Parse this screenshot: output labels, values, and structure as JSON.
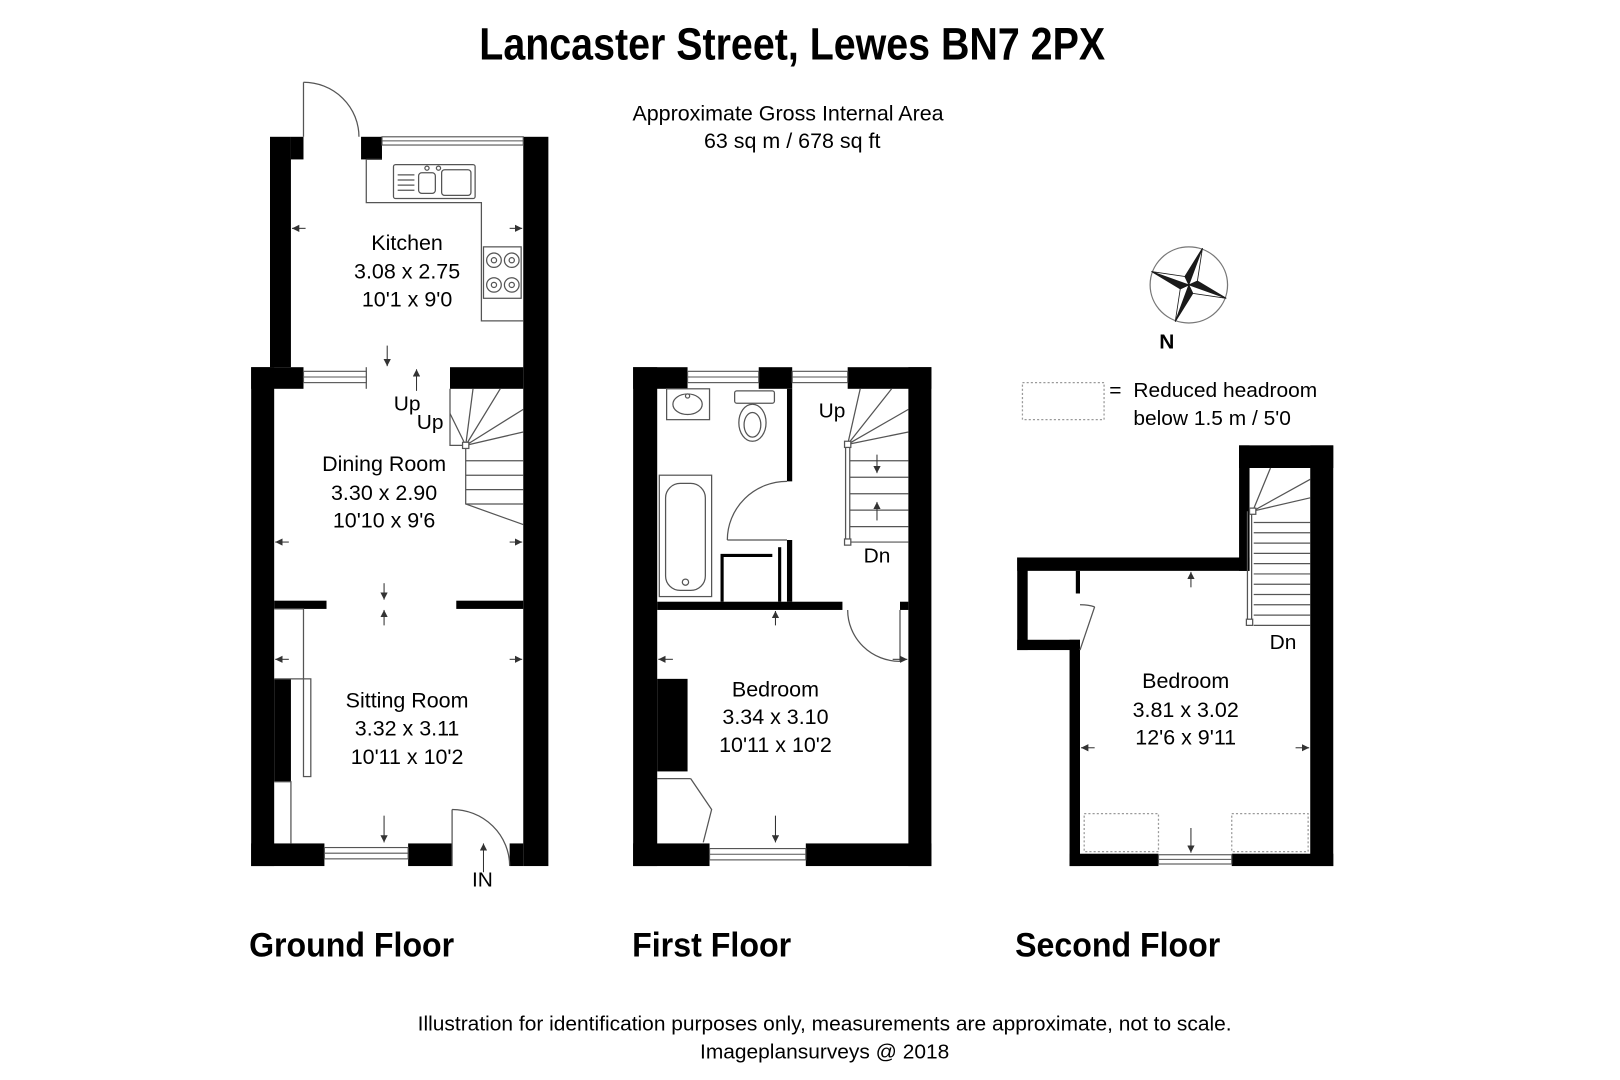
{
  "title": "Lancaster Street, Lewes BN7 2PX",
  "gross_internal_area": {
    "label": "Approximate Gross Internal Area",
    "value": "63 sq m / 678 sq ft"
  },
  "compass": {
    "north_label": "N"
  },
  "legend": {
    "symbol": "=",
    "line1": "Reduced headroom",
    "line2": "below 1.5 m / 5'0"
  },
  "floors": {
    "ground": {
      "label": "Ground Floor",
      "rooms": [
        {
          "name": "Kitchen",
          "metric": "3.08 x 2.75",
          "imperial": "10'1 x 9'0"
        },
        {
          "name": "Dining Room",
          "metric": "3.30 x 2.90",
          "imperial": "10'10 x 9'6"
        },
        {
          "name": "Sitting Room",
          "metric": "3.32 x 3.11",
          "imperial": "10'11 x 10'2"
        }
      ],
      "stair_labels": [
        "Up",
        "Up"
      ],
      "entrance_label": "IN"
    },
    "first": {
      "label": "First Floor",
      "rooms": [
        {
          "name": "Bedroom",
          "metric": "3.34 x 3.10",
          "imperial": "10'11 x 10'2"
        }
      ],
      "stair_labels": [
        "Up",
        "Dn"
      ]
    },
    "second": {
      "label": "Second Floor",
      "rooms": [
        {
          "name": "Bedroom",
          "metric": "3.81 x 3.02",
          "imperial": "12'6 x 9'11"
        }
      ],
      "stair_labels": [
        "Dn"
      ]
    }
  },
  "footer": {
    "disclaimer": "Illustration for identification purposes only, measurements are approximate, not to scale.",
    "credit": "Imageplansurveys @ 2018"
  },
  "colors": {
    "background": "#ffffff",
    "wall": "#000000",
    "fixture_line": "#555555",
    "text": "#000000"
  }
}
